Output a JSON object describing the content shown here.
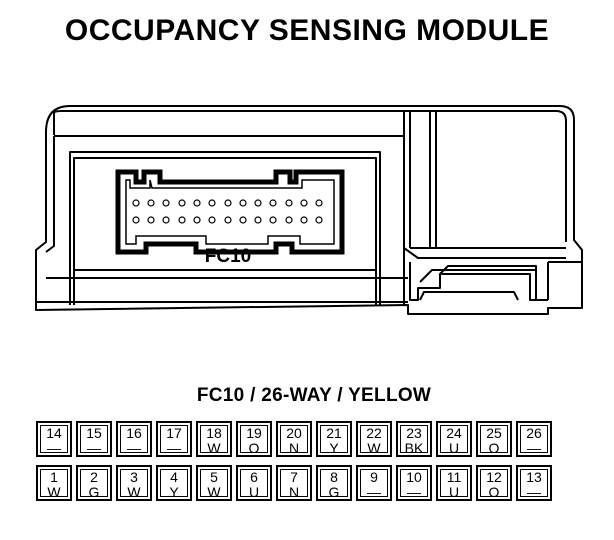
{
  "title": "OCCUPANCY SENSING MODULE",
  "connector_label": "FC10",
  "pinout_label": "FC10 / 26-WAY / YELLOW",
  "pins_top": [
    {
      "num": "14",
      "color": "—"
    },
    {
      "num": "15",
      "color": "—"
    },
    {
      "num": "16",
      "color": "—"
    },
    {
      "num": "17",
      "color": "—"
    },
    {
      "num": "18",
      "color": "W"
    },
    {
      "num": "19",
      "color": "O"
    },
    {
      "num": "20",
      "color": "N"
    },
    {
      "num": "21",
      "color": "Y"
    },
    {
      "num": "22",
      "color": "W"
    },
    {
      "num": "23",
      "color": "BK"
    },
    {
      "num": "24",
      "color": "U"
    },
    {
      "num": "25",
      "color": "O"
    },
    {
      "num": "26",
      "color": "—"
    }
  ],
  "pins_bottom": [
    {
      "num": "1",
      "color": "W"
    },
    {
      "num": "2",
      "color": "G"
    },
    {
      "num": "3",
      "color": "W"
    },
    {
      "num": "4",
      "color": "Y"
    },
    {
      "num": "5",
      "color": "W"
    },
    {
      "num": "6",
      "color": "U"
    },
    {
      "num": "7",
      "color": "N"
    },
    {
      "num": "8",
      "color": "G"
    },
    {
      "num": "9",
      "color": "—"
    },
    {
      "num": "10",
      "color": "—"
    },
    {
      "num": "11",
      "color": "U"
    },
    {
      "num": "12",
      "color": "O"
    },
    {
      "num": "13",
      "color": "—"
    }
  ]
}
